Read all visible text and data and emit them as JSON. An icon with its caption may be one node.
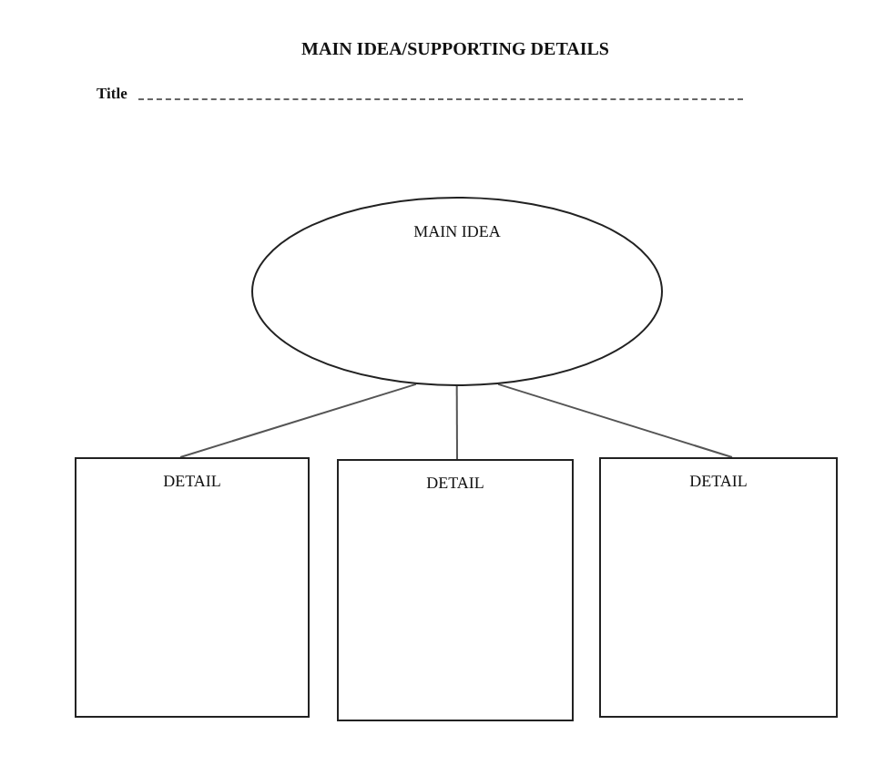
{
  "diagram": {
    "title": "MAIN IDEA/SUPPORTING DETAILS",
    "nodes": [
      {
        "text": [
          "MAIN IDEA"
        ]
      },
      {
        "text": [
          "DETAIL"
        ]
      },
      {
        "text": [
          "DETAIL"
        ]
      },
      {
        "text": [
          "DETAIL"
        ]
      }
    ],
    "edges": [
      {
        "from": 0,
        "to": 1,
        "arrow": "none"
      },
      {
        "from": 0,
        "to": 2,
        "arrow": "none"
      },
      {
        "from": 0,
        "to": 3,
        "arrow": "none"
      }
    ],
    "labels": [
      "Title"
    ]
  }
}
